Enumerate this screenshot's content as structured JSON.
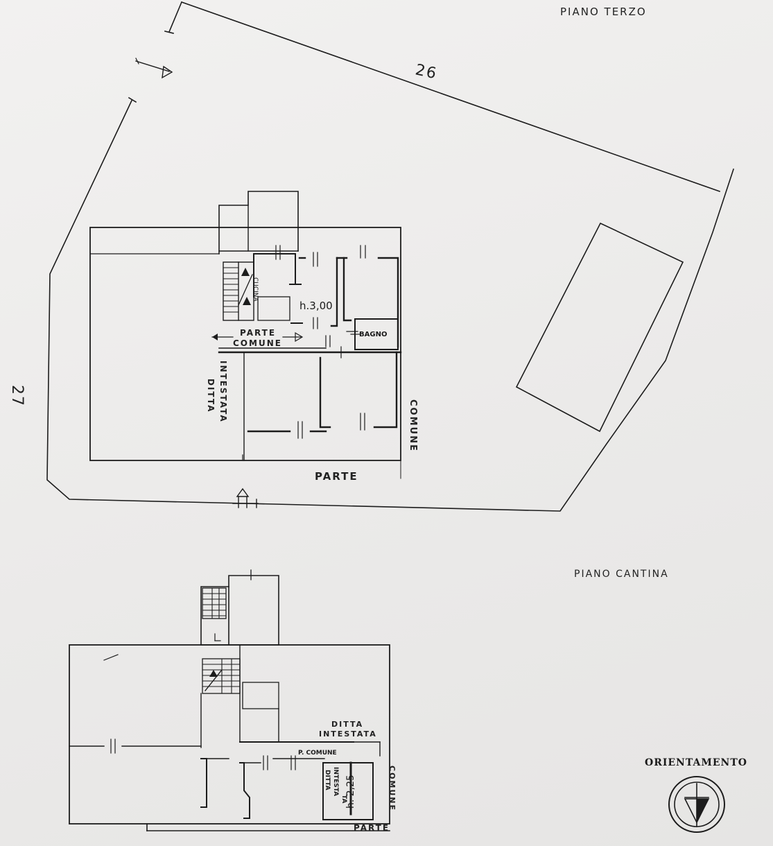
{
  "floors": {
    "upper": {
      "title": "PIANO TERZO",
      "boundary_labels": {
        "top": "26",
        "left": "27"
      },
      "rooms": {
        "kitchen": "CUCINA",
        "bath": "BAGNO",
        "height": "h.3,00"
      },
      "labels": {
        "common_part_1": "PARTE",
        "common_part_2": "COMUNE",
        "owner_1": "DITTA",
        "owner_2": "INTESTATA",
        "right_side": "COMUNE",
        "bottom_side": "PARTE"
      }
    },
    "cellar": {
      "title": "PIANO CANTINA",
      "labels": {
        "owner_top_1": "DITTA",
        "owner_top_2": "INTESTATA",
        "common_small": "P. COMUNE",
        "owner_vert_1": "DITTA",
        "owner_vert_2": "INTESTA",
        "owner_vert_3": "TA",
        "height": "h. 2,25",
        "right_side": "COMUNE",
        "bottom_side": "PARTE"
      }
    }
  },
  "orientation": {
    "label": "ORIENTAMENTO"
  }
}
